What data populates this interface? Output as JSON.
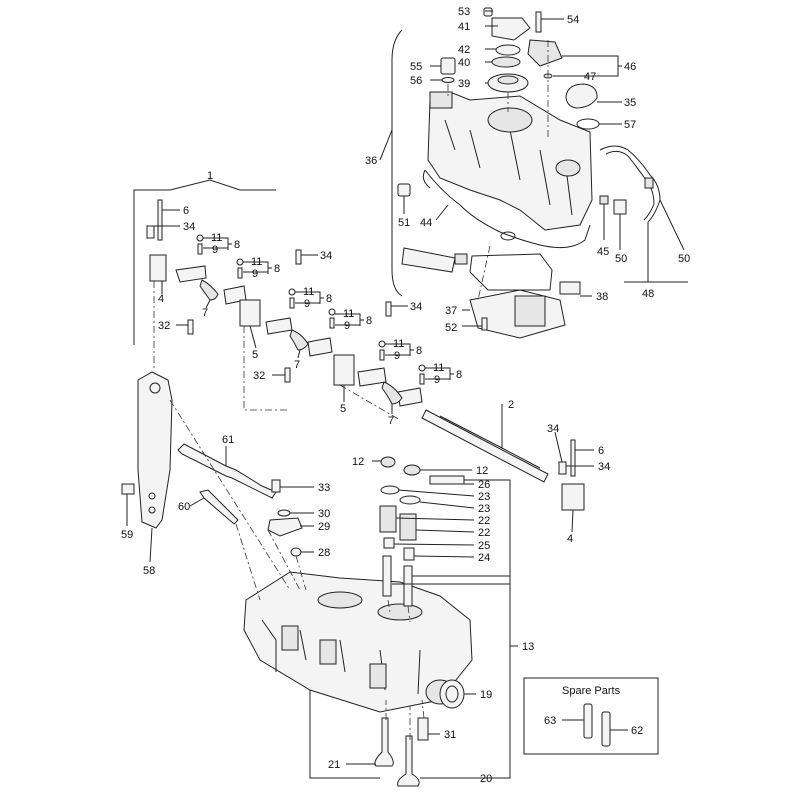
{
  "diagram": {
    "callouts": [
      {
        "id": "c53",
        "text": "53"
      },
      {
        "id": "c54",
        "text": "54"
      },
      {
        "id": "c41",
        "text": "41"
      },
      {
        "id": "c42",
        "text": "42"
      },
      {
        "id": "c40",
        "text": "40"
      },
      {
        "id": "c55",
        "text": "55"
      },
      {
        "id": "c56",
        "text": "56"
      },
      {
        "id": "c47",
        "text": "47"
      },
      {
        "id": "c46",
        "text": "46"
      },
      {
        "id": "c39",
        "text": "39"
      },
      {
        "id": "c35",
        "text": "35"
      },
      {
        "id": "c57",
        "text": "57"
      },
      {
        "id": "c36",
        "text": "36"
      },
      {
        "id": "c51",
        "text": "51"
      },
      {
        "id": "c44",
        "text": "44"
      },
      {
        "id": "c45",
        "text": "45"
      },
      {
        "id": "c50a",
        "text": "50"
      },
      {
        "id": "c50b",
        "text": "50"
      },
      {
        "id": "c48",
        "text": "48"
      },
      {
        "id": "c38",
        "text": "38"
      },
      {
        "id": "c37",
        "text": "37"
      },
      {
        "id": "c52",
        "text": "52"
      },
      {
        "id": "c1",
        "text": "1"
      },
      {
        "id": "c6a",
        "text": "6"
      },
      {
        "id": "c34a",
        "text": "34"
      },
      {
        "id": "c11a",
        "text": "11"
      },
      {
        "id": "c9a",
        "text": "9"
      },
      {
        "id": "c8a",
        "text": "8"
      },
      {
        "id": "c34b",
        "text": "34"
      },
      {
        "id": "c11b",
        "text": "11"
      },
      {
        "id": "c9b",
        "text": "9"
      },
      {
        "id": "c8b",
        "text": "8"
      },
      {
        "id": "c4a",
        "text": "4"
      },
      {
        "id": "c7a",
        "text": "7"
      },
      {
        "id": "c11c",
        "text": "11"
      },
      {
        "id": "c9c",
        "text": "9"
      },
      {
        "id": "c8c",
        "text": "8"
      },
      {
        "id": "c34c",
        "text": "34"
      },
      {
        "id": "c32a",
        "text": "32"
      },
      {
        "id": "c11d",
        "text": "11"
      },
      {
        "id": "c9d",
        "text": "9"
      },
      {
        "id": "c8d",
        "text": "8"
      },
      {
        "id": "c5a",
        "text": "5"
      },
      {
        "id": "c7b",
        "text": "7"
      },
      {
        "id": "c11e",
        "text": "11"
      },
      {
        "id": "c9e",
        "text": "9"
      },
      {
        "id": "c8e",
        "text": "8"
      },
      {
        "id": "c32b",
        "text": "32"
      },
      {
        "id": "c11f",
        "text": "11"
      },
      {
        "id": "c9f",
        "text": "9"
      },
      {
        "id": "c8f",
        "text": "8"
      },
      {
        "id": "c5b",
        "text": "5"
      },
      {
        "id": "c7c",
        "text": "7"
      },
      {
        "id": "c2",
        "text": "2"
      },
      {
        "id": "c34d",
        "text": "34"
      },
      {
        "id": "c6b",
        "text": "6"
      },
      {
        "id": "c34e",
        "text": "34"
      },
      {
        "id": "c4b",
        "text": "4"
      },
      {
        "id": "c61",
        "text": "61"
      },
      {
        "id": "c12a",
        "text": "12"
      },
      {
        "id": "c12b",
        "text": "12"
      },
      {
        "id": "c26",
        "text": "26"
      },
      {
        "id": "c23a",
        "text": "23"
      },
      {
        "id": "c23b",
        "text": "23"
      },
      {
        "id": "c22a",
        "text": "22"
      },
      {
        "id": "c22b",
        "text": "22"
      },
      {
        "id": "c25",
        "text": "25"
      },
      {
        "id": "c24",
        "text": "24"
      },
      {
        "id": "c33",
        "text": "33"
      },
      {
        "id": "c30",
        "text": "30"
      },
      {
        "id": "c29",
        "text": "29"
      },
      {
        "id": "c28",
        "text": "28"
      },
      {
        "id": "c60",
        "text": "60"
      },
      {
        "id": "c59",
        "text": "59"
      },
      {
        "id": "c58",
        "text": "58"
      },
      {
        "id": "c13",
        "text": "13"
      },
      {
        "id": "c19",
        "text": "19"
      },
      {
        "id": "c31",
        "text": "31"
      },
      {
        "id": "c21",
        "text": "21"
      },
      {
        "id": "c20",
        "text": "20"
      },
      {
        "id": "c63",
        "text": "63"
      },
      {
        "id": "c62",
        "text": "62"
      }
    ],
    "spare_parts_title": "Spare  Parts"
  }
}
